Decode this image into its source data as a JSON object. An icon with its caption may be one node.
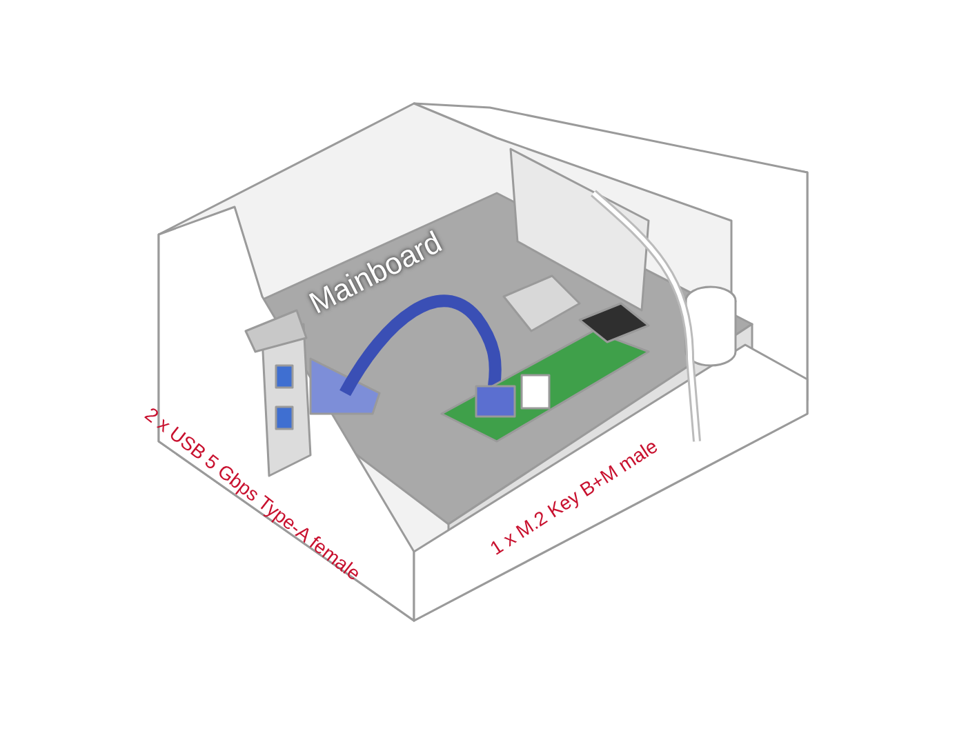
{
  "diagram": {
    "labels": [
      "Mainboard",
      "2 x USB 5 Gbps Type-A female",
      "1 x M.2 Key B+M male"
    ]
  }
}
